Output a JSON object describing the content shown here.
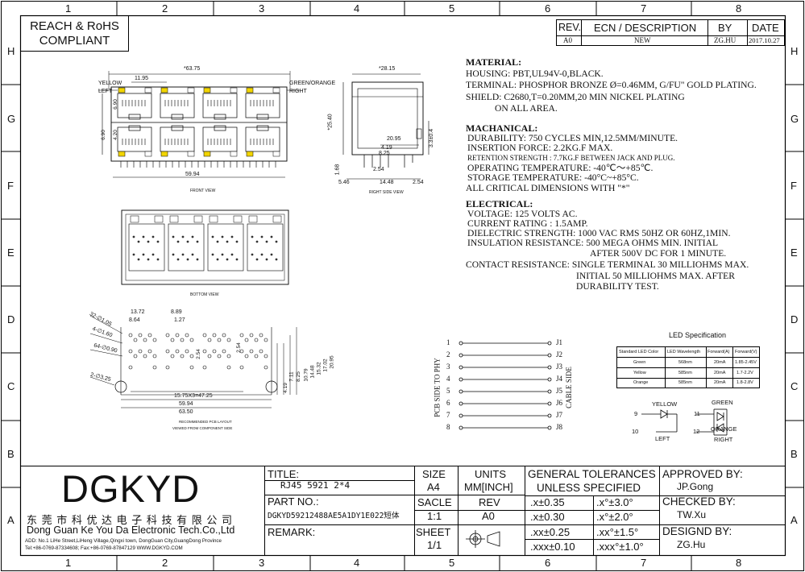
{
  "border": {
    "columns": [
      "1",
      "2",
      "3",
      "4",
      "5",
      "6",
      "7",
      "8"
    ],
    "rows": [
      "H",
      "G",
      "F",
      "E",
      "D",
      "C",
      "B",
      "A"
    ]
  },
  "compliance": {
    "line1": "REACH & RoHS",
    "line2": "COMPLIANT"
  },
  "revision": {
    "headers": [
      "REV.",
      "ECN / DESCRIPTION",
      "BY",
      "DATE"
    ],
    "row": [
      "A0",
      "NEW",
      "ZG.HU",
      "2017.10.27"
    ]
  },
  "front_view": {
    "caption": "FRONT VIEW",
    "dims": {
      "overall": "*63.75",
      "pitch": "11.95",
      "width": "59.94",
      "h1": "6.90",
      "h2": "4.20",
      "h3": "6.90"
    },
    "labels": {
      "yellow": "YELLOW",
      "left": "LEFT",
      "green_orange": "GREEN/ORANGE",
      "right": "RIGHT"
    }
  },
  "side_view": {
    "caption": "RIGHT SIDE VIEW",
    "dims": {
      "depth": "*28.15",
      "height": "*25.40",
      "d1": "20.95",
      "d2": "4.19",
      "d3": "8.25",
      "d4": "2.54",
      "d5": "14.48",
      "d6": "2.54",
      "d7": "5.46",
      "d8": "1.68",
      "d9": "3.3±0.4"
    }
  },
  "bottom_view": {
    "caption": "BOTTOM VIEW"
  },
  "pcb_layout": {
    "caption_1": "RECOMMENDED PCB LAYOUT",
    "caption_2": "VIEWED FROM COMPONENT SIDE",
    "dims": {
      "a": "13.72",
      "b": "8.64",
      "c": "8.89",
      "d": "1.27",
      "e": "32-∅1.05",
      "f": "4-∅1.60",
      "g": "64-∅0.90",
      "h": "2-∅3.25",
      "i": "15.75X3=47.25",
      "j": "59.94",
      "k": "63.50",
      "v1": "2.54",
      "v2": "2.54",
      "v3": "4.19",
      "v4": "7.11",
      "v5": "8.25",
      "v6": "10.79",
      "v7": "14.48",
      "v8": "15.32",
      "v9": "17.02",
      "v10": "20.95"
    }
  },
  "material": {
    "title": "MATERIAL:",
    "lines": [
      "HOUSING: PBT,UL94V-0,BLACK.",
      "TERMINAL: PHOSPHOR BRONZE Ø=0.46MM, G/FU\" GOLD PLATING.",
      "SHIELD: C2680,T=0.20MM,20 MIN NICKEL PLATING",
      "ON ALL AREA."
    ]
  },
  "mechanical": {
    "title": "MACHANICAL:",
    "lines": [
      "DURABILITY: 750 CYCLES MIN,12.5MM/MINUTE.",
      "INSERTION FORCE: 2.2KG.F MAX.",
      "RETENTION STRENGTH : 7.7KG.F BETWEEN JACK AND PLUG.",
      "OPERATING TEMPERATURE: -40℃～+85℃.",
      "STORAGE TEMPERATURE: -40°C~+85°C.",
      "ALL CRITICAL DIMENSIONS WITH \"*\""
    ]
  },
  "electrical": {
    "title": "ELECTRICAL:",
    "lines": [
      "VOLTAGE: 125 VOLTS AC.",
      "CURRENT RATING : 1.5AMP.",
      "DIELECTRIC STRENGTH: 1000 VAC RMS 50HZ OR 60HZ,1MIN.",
      "INSULATION RESISTANCE: 500 MEGA OHMS MIN. INITIAL",
      "AFTER 500V DC FOR 1 MINUTE.",
      "CONTACT RESISTANCE: SINGLE TERMINAL 30 MILLIOHMS MAX.",
      "INITIAL 50 MILLIOHMS MAX. AFTER",
      "DURABILITY TEST."
    ]
  },
  "schematic": {
    "left_label": "PCB SIDE TO PHY",
    "right_label": "CABLE SIDE",
    "pins_left": [
      "1",
      "2",
      "3",
      "4",
      "5",
      "6",
      "7",
      "8"
    ],
    "pins_right": [
      "J1",
      "J2",
      "J3",
      "J4",
      "J5",
      "J6",
      "J7",
      "J8"
    ]
  },
  "led_spec": {
    "title": "LED Specification",
    "headers": [
      "Standard LED Color",
      "LED Wavelength",
      "Forward(A)",
      "Forward(V)"
    ],
    "rows": [
      [
        "Green",
        "568nm",
        "20mA",
        "1.85-2.45V"
      ],
      [
        "Yellow",
        "585nm",
        "20mA",
        "1.7-2.2V"
      ],
      [
        "Orange",
        "585nm",
        "20mA",
        "1.8-2.8V"
      ]
    ]
  },
  "led_diagram": {
    "yellow_label": "YELLOW",
    "left_label": "LEFT",
    "pin9": "9",
    "pin10": "10",
    "green_label": "GREEN",
    "orange_label": "ORANGE",
    "right_label": "RIGHT",
    "pin11": "11",
    "pin12": "12"
  },
  "title_block": {
    "logo": "DGKYD",
    "company_cn": "东 莞 市 科 优 达 电 子 科 技 有 限 公 司",
    "company_en": "Dong Guan Ke You Da Electronic Tech.Co.,Ltd",
    "address": "ADD: No.1 LiHe Street,LiHeng Village,Qingxi town, DongGuan City,GuangDong Province",
    "contact": "Tel:+86-0769-87334608; Fax:+86-0769-87847129  WWW.DGKYD.COM",
    "title_label": "TITLE:",
    "title_value": "RJ45 5921 2*4",
    "part_label": "PART NO.:",
    "part_value": "DGKYD59212488AE5A1DY1E022短体",
    "remark_label": "REMARK:",
    "size_label": "SIZE",
    "size_value": "A4",
    "units_label": "UNITS",
    "units_value": "MM[INCH]",
    "scale_label": "SACLE",
    "scale_value": "1:1",
    "rev_label": "REV",
    "rev_value": "A0",
    "sheet_label": "SHEET",
    "sheet_value": "1/1",
    "tol_header_1": "GENERAL TOLERANCES",
    "tol_header_2": "UNLESS SPECIFIED",
    "tolerances": [
      [
        ".x±0.35",
        ".x°±3.0°"
      ],
      [
        ".x±0.30",
        ".x°±2.0°"
      ],
      [
        ".xx±0.25",
        ".xx°±1.5°"
      ],
      [
        ".xxx±0.10",
        ".xxx°±1.0°"
      ]
    ],
    "approved_label": "APPROVED BY:",
    "approved_value": "JP.Gong",
    "checked_label": "CHECKED BY:",
    "checked_value": "TW.Xu",
    "designed_label": "DESIGND BY:",
    "designed_value": "ZG.Hu"
  }
}
